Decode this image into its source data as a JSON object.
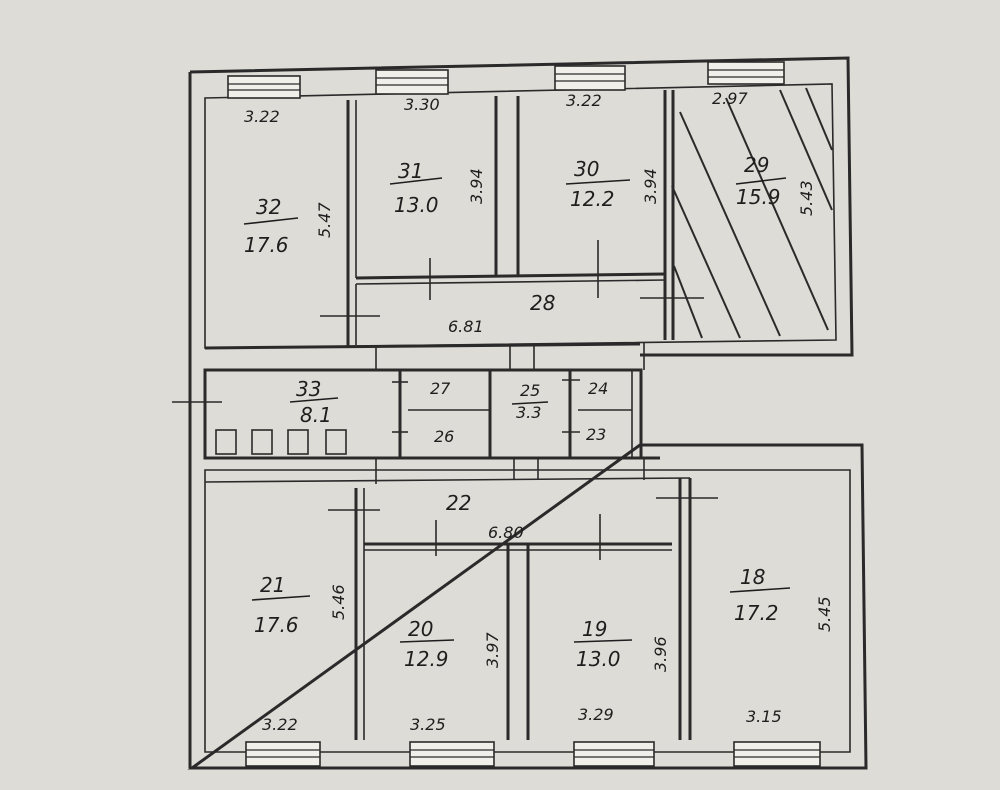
{
  "rooms": {
    "r32": {
      "num": "32",
      "area": "17.6",
      "top_width": "3.22",
      "side": "5.47"
    },
    "r31": {
      "num": "31",
      "area": "13.0",
      "top_width": "3.30",
      "side": "3.94"
    },
    "r30": {
      "num": "30",
      "area": "12.2",
      "top_width": "3.22",
      "side": "3.94"
    },
    "r29": {
      "num": "29",
      "area": "15.9",
      "top_width": "2.97",
      "side": "5.43"
    },
    "r28": {
      "num": "28",
      "length": "6.81"
    },
    "r33": {
      "num": "33",
      "area": "8.1"
    },
    "r27": {
      "num": "27"
    },
    "r26": {
      "num": "26"
    },
    "r25": {
      "num": "25",
      "area": "3.3"
    },
    "r24": {
      "num": "24"
    },
    "r23": {
      "num": "23"
    },
    "r22": {
      "num": "22",
      "length": "6.80"
    },
    "r21": {
      "num": "21",
      "area": "17.6",
      "bottom_width": "3.22",
      "side": "5.46"
    },
    "r20": {
      "num": "20",
      "area": "12.9",
      "bottom_width": "3.25",
      "side": "3.97"
    },
    "r19": {
      "num": "19",
      "area": "13.0",
      "bottom_width": "3.29",
      "side": "3.96"
    },
    "r18": {
      "num": "18",
      "area": "17.2",
      "bottom_width": "3.15",
      "side": "5.45"
    }
  }
}
